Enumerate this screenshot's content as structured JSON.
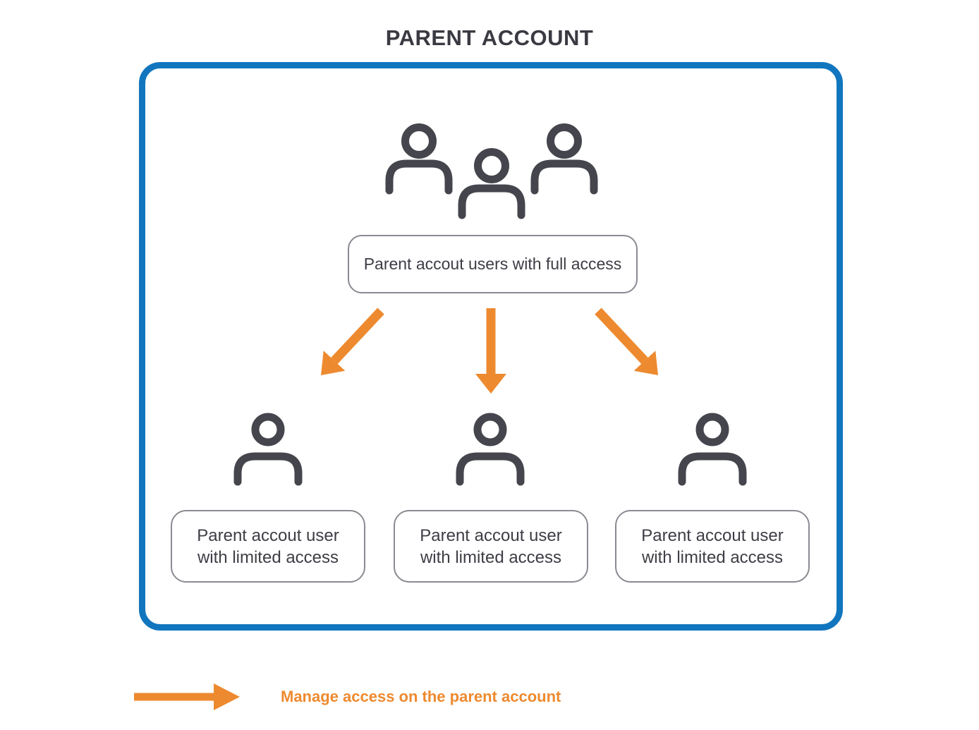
{
  "page": {
    "title": "PARENT ACCOUNT"
  },
  "diagram": {
    "parent_group": {
      "icon": "users-group-icon",
      "label": "Parent accout users with full access"
    },
    "children": [
      {
        "icon": "user-icon",
        "line1": "Parent accout user",
        "line2": "with limited access"
      },
      {
        "icon": "user-icon",
        "line1": "Parent accout user",
        "line2": "with limited access"
      },
      {
        "icon": "user-icon",
        "line1": "Parent accout user",
        "line2": "with limited access"
      }
    ],
    "arrows": {
      "count": 3,
      "direction": "down",
      "meaning": "Manage access on the parent account"
    }
  },
  "legend": {
    "icon": "right-arrow-icon",
    "label": "Manage access on the parent account"
  },
  "colors": {
    "container_border": "#1276be",
    "arrow_orange": "#ed8a2f",
    "icon_gray": "#45454d",
    "node_border": "#8a8a92",
    "text_dark": "#3d3d45",
    "title": "#3a3a42"
  }
}
